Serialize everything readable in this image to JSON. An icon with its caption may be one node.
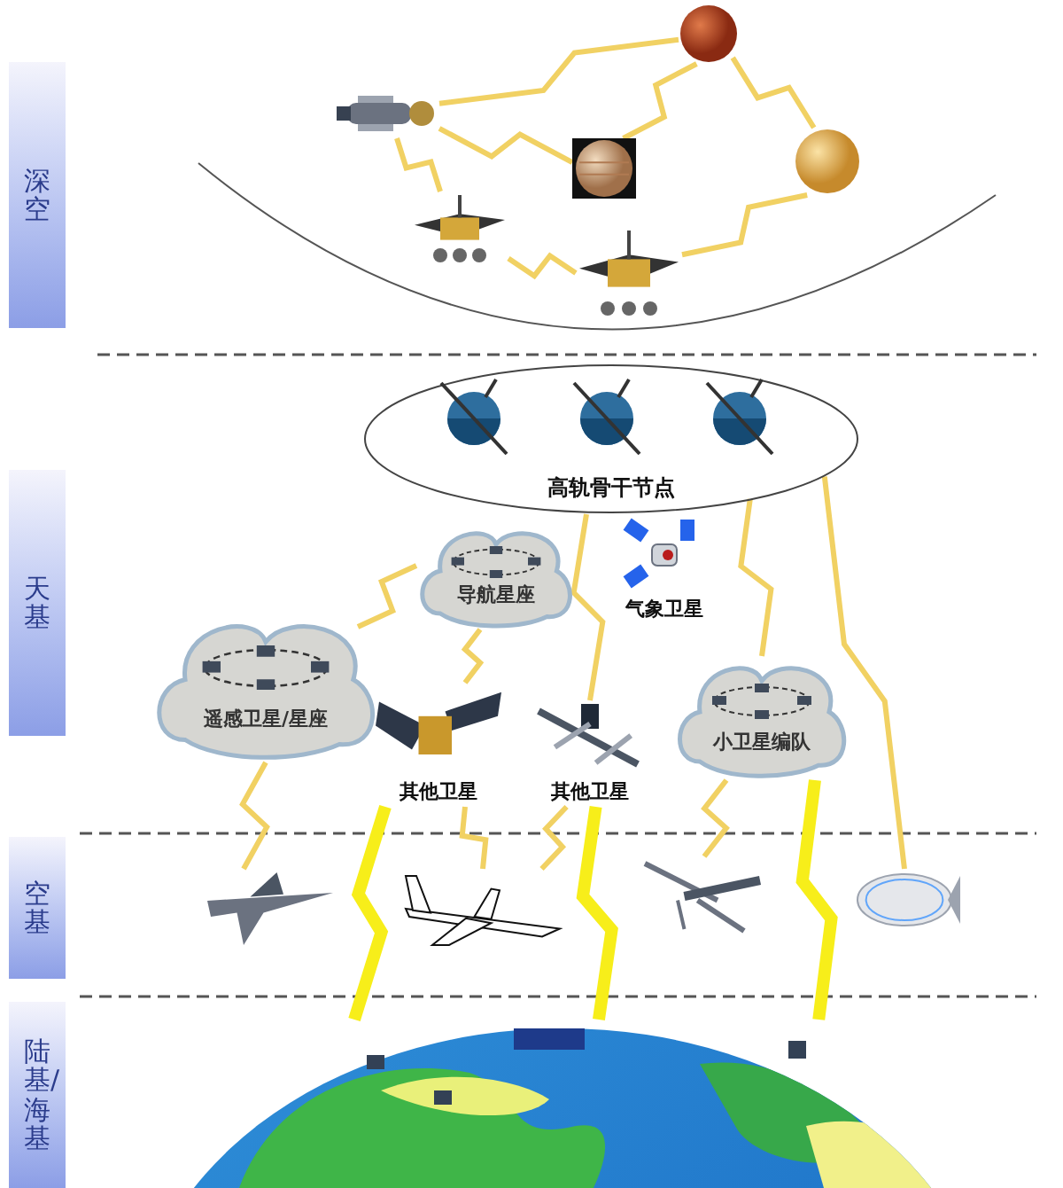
{
  "diagram": {
    "nodes": [
      {
        "text": [
          "深空"
        ]
      },
      {
        "text": [
          "天基"
        ]
      },
      {
        "text": [
          "空基"
        ]
      },
      {
        "text": [
          "陆基/海基"
        ]
      },
      {
        "text": [],
        "shape": "picture"
      },
      {
        "text": [],
        "shape": "picture"
      },
      {
        "text": [],
        "shape": "picture"
      },
      {
        "text": [],
        "shape": "picture"
      },
      {
        "text": [],
        "shape": "picture"
      },
      {
        "text": [],
        "shape": "picture"
      },
      {
        "text": [
          "高轨骨干节点"
        ]
      },
      {
        "text": [],
        "shape": "picture",
        "in": 10
      },
      {
        "text": [],
        "shape": "picture",
        "in": 10
      },
      {
        "text": [],
        "shape": "picture",
        "in": 10
      },
      {
        "text": [
          "导航星座"
        ]
      },
      {
        "text": [
          "气象卫星"
        ]
      },
      {
        "text": [
          "遥感卫星/星座"
        ]
      },
      {
        "text": [
          "其他卫星"
        ]
      },
      {
        "text": [
          "其他卫星"
        ]
      },
      {
        "text": [
          "小卫星编队"
        ]
      },
      {
        "text": [],
        "shape": "picture"
      },
      {
        "text": [],
        "shape": "picture"
      },
      {
        "text": [],
        "shape": "picture"
      },
      {
        "text": [],
        "shape": "picture"
      },
      {
        "text": [],
        "shape": "picture"
      }
    ],
    "edges": [
      {
        "from": 4,
        "to": 5,
        "arrow": "none"
      },
      {
        "from": 4,
        "to": 6,
        "arrow": "none"
      },
      {
        "from": 4,
        "to": 8,
        "arrow": "none"
      },
      {
        "from": 6,
        "to": 5,
        "arrow": "none"
      },
      {
        "from": 5,
        "to": 7,
        "arrow": "none"
      },
      {
        "from": 9,
        "to": 7,
        "arrow": "none"
      },
      {
        "from": 8,
        "to": 9,
        "arrow": "none"
      },
      {
        "from": 16,
        "to": 14,
        "arrow": "none"
      },
      {
        "from": 14,
        "to": 17,
        "arrow": "none"
      },
      {
        "from": 10,
        "to": 18,
        "arrow": "none"
      },
      {
        "from": 10,
        "to": 19,
        "arrow": "none"
      },
      {
        "from": 10,
        "to": 23,
        "arrow": "none"
      },
      {
        "from": 16,
        "to": 20,
        "arrow": "none"
      },
      {
        "from": 17,
        "to": 21,
        "arrow": "none"
      },
      {
        "from": 18,
        "to": 21,
        "arrow": "none"
      },
      {
        "from": 19,
        "to": 22,
        "arrow": "none"
      },
      {
        "from": 17,
        "to": 24,
        "arrow": "none",
        "style": "thick",
        "color": "#f7ee1a"
      },
      {
        "from": 18,
        "to": 24,
        "arrow": "none",
        "style": "thick",
        "color": "#f7ee1a"
      },
      {
        "from": 19,
        "to": 24,
        "arrow": "none",
        "style": "thick",
        "color": "#f7ee1a"
      }
    ]
  }
}
